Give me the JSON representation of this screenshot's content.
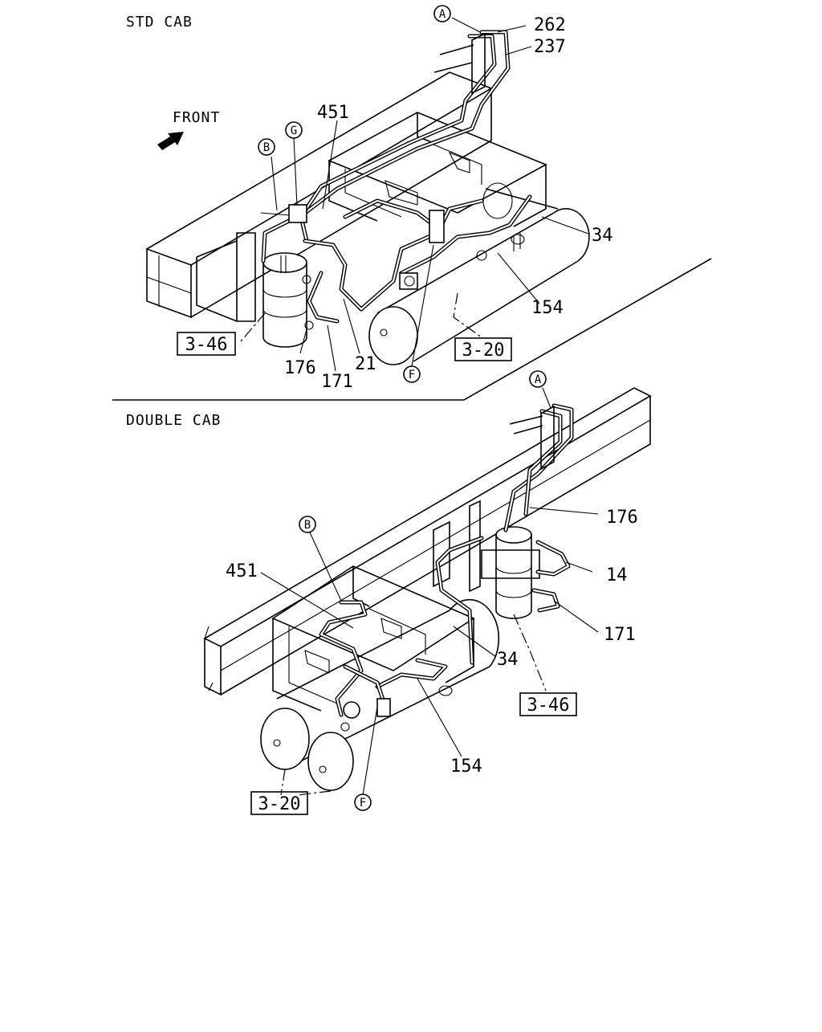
{
  "sections": {
    "std_cab": "STD CAB",
    "double_cab": "DOUBLE CAB"
  },
  "front_label": "FRONT",
  "std": {
    "callouts": {
      "A": "A",
      "B": "B",
      "G": "G",
      "F": "F"
    },
    "parts": {
      "p262": "262",
      "p237": "237",
      "p451": "451",
      "p34": "34",
      "p154": "154",
      "p21": "21",
      "p171": "171",
      "p176": "176"
    },
    "refs": {
      "r346": "3-46",
      "r320": "3-20"
    }
  },
  "dbl": {
    "callouts": {
      "A": "A",
      "B": "B",
      "F": "F"
    },
    "parts": {
      "p176": "176",
      "p14": "14",
      "p451": "451",
      "p171": "171",
      "p34": "34",
      "p154": "154"
    },
    "refs": {
      "r346": "3-46",
      "r320": "3-20"
    }
  }
}
